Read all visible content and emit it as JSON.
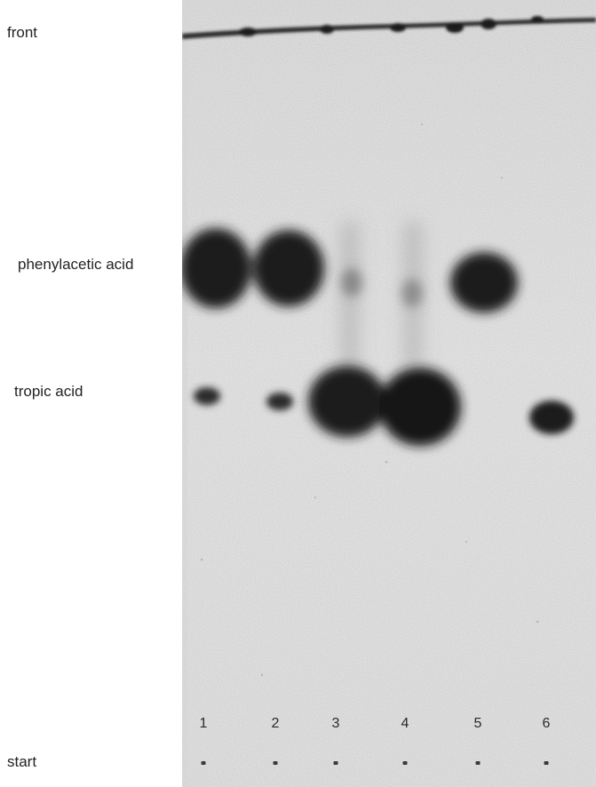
{
  "labels": {
    "front": "front",
    "phenylacetic_acid": "phenylacetic acid",
    "tropic_acid": "tropic acid",
    "start": "start"
  },
  "lanes": [
    "1",
    "2",
    "3",
    "4",
    "5",
    "6"
  ],
  "colors": {
    "plate_background": "#ececec",
    "spot_dark": "#1a1a1a",
    "solvent_front": "#2b2b2b"
  }
}
